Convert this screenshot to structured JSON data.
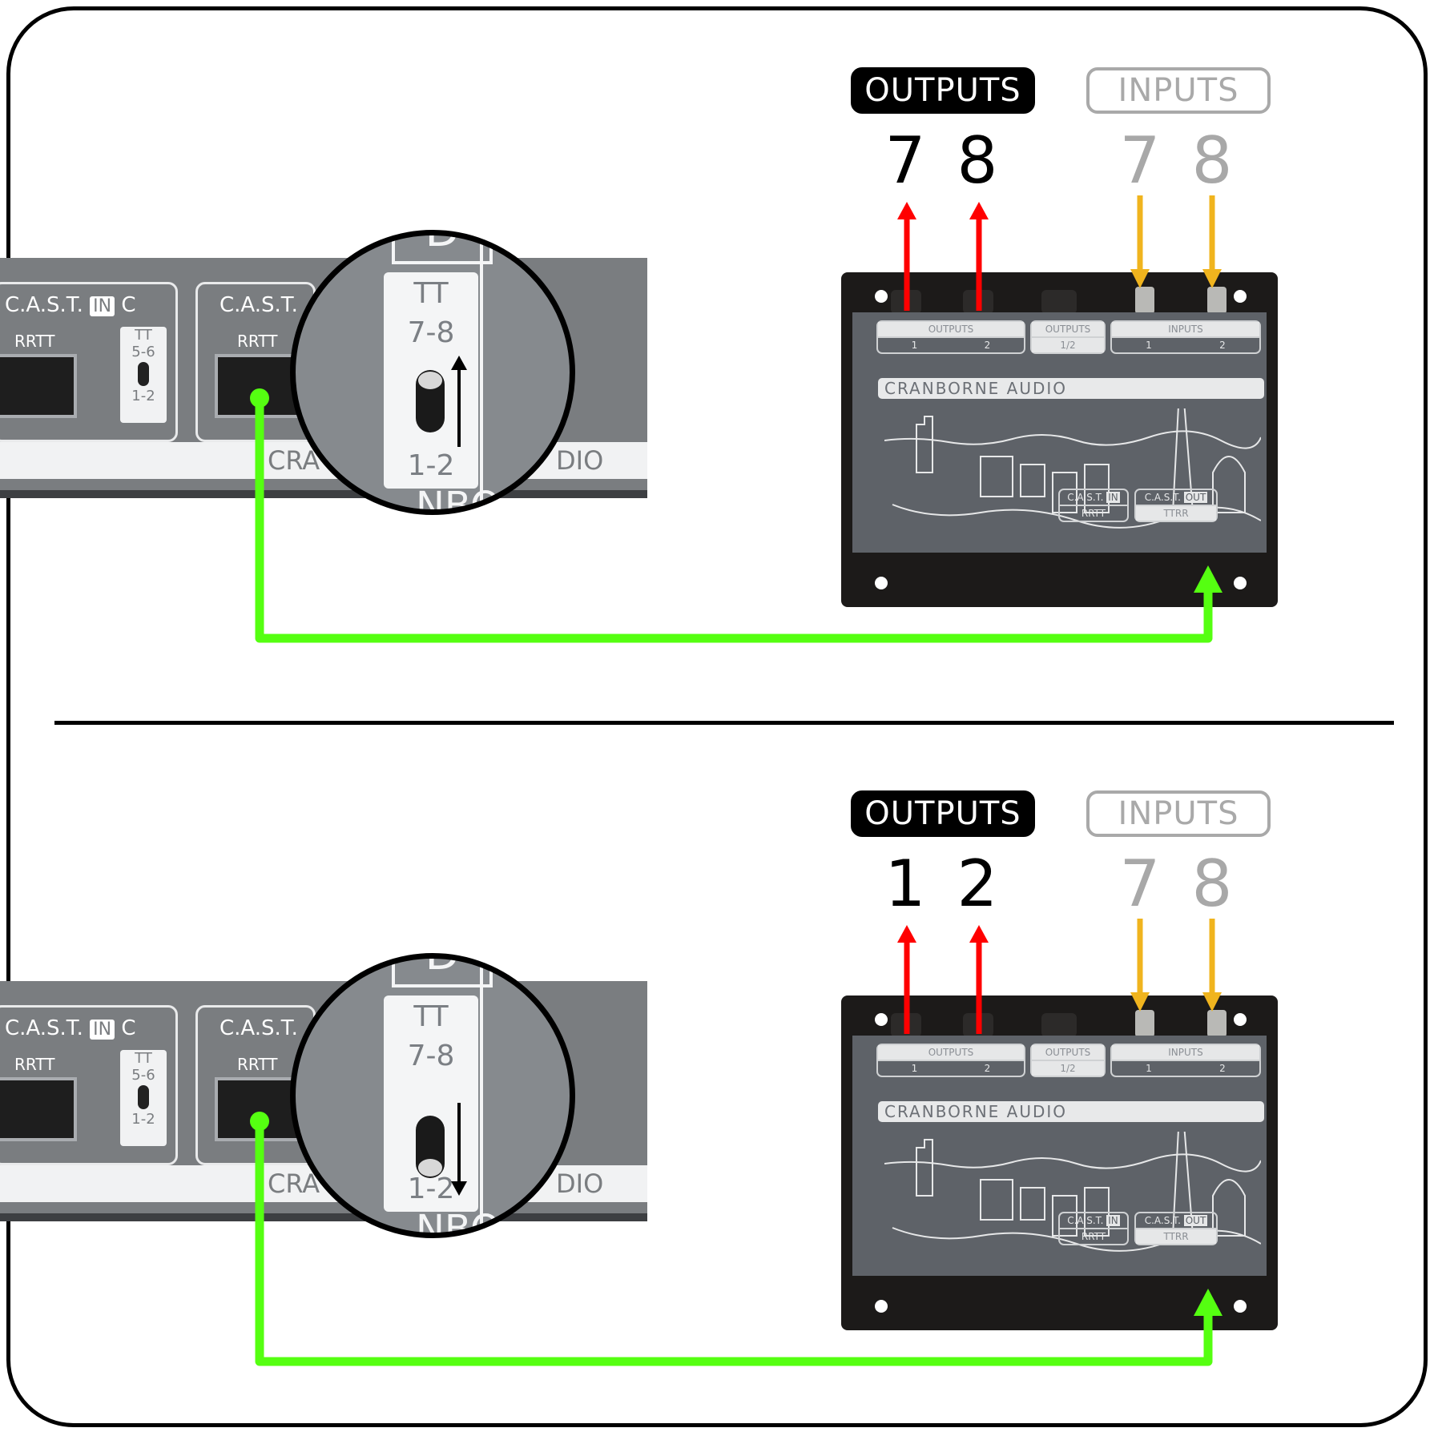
{
  "panels": [
    {
      "id": "top",
      "outputs_label": "OUTPUTS",
      "inputs_label": "INPUTS",
      "output_numbers": [
        "7",
        "8"
      ],
      "input_numbers": [
        "7",
        "8"
      ],
      "switch_position": "7-8",
      "switch_arrow": "up"
    },
    {
      "id": "bottom",
      "outputs_label": "OUTPUTS",
      "inputs_label": "INPUTS",
      "output_numbers": [
        "1",
        "2"
      ],
      "input_numbers": [
        "7",
        "8"
      ],
      "switch_position": "1-2",
      "switch_arrow": "down"
    }
  ],
  "rack": {
    "cast_in_label": "C.A.S.T.",
    "in_tag": "IN",
    "section_c": "C",
    "section_d": "D",
    "rrtt": "RRTT",
    "switch_c": {
      "top": "TT",
      "upper": "5-6",
      "lower": "1-2"
    },
    "switch_d": {
      "top": "TT",
      "upper": "7-8",
      "lower": "1-2"
    },
    "brand_partial": "CRA",
    "brand_partial_right": "DIO",
    "brand_partial_mag": "NBO"
  },
  "device": {
    "brand": "CRANBORNE AUDIO",
    "outputs_box": {
      "header": "OUTPUTS",
      "cols": [
        "1",
        "2"
      ]
    },
    "outputs_sum_box": {
      "header": "OUTPUTS",
      "cols": [
        "1/2"
      ]
    },
    "inputs_box": {
      "header": "INPUTS",
      "cols": [
        "1",
        "2"
      ]
    },
    "cast_in_box": {
      "header": "C.A.S.T.",
      "tag": "IN",
      "sub": "RRTT"
    },
    "cast_out_box": {
      "header": "C.A.S.T.",
      "tag": "OUT",
      "sub": "TTRR"
    }
  },
  "colors": {
    "output_arrow": "#ff0000",
    "input_arrow": "#f0b41e",
    "cable": "#55ff11",
    "inactive": "#a9a9a9"
  }
}
